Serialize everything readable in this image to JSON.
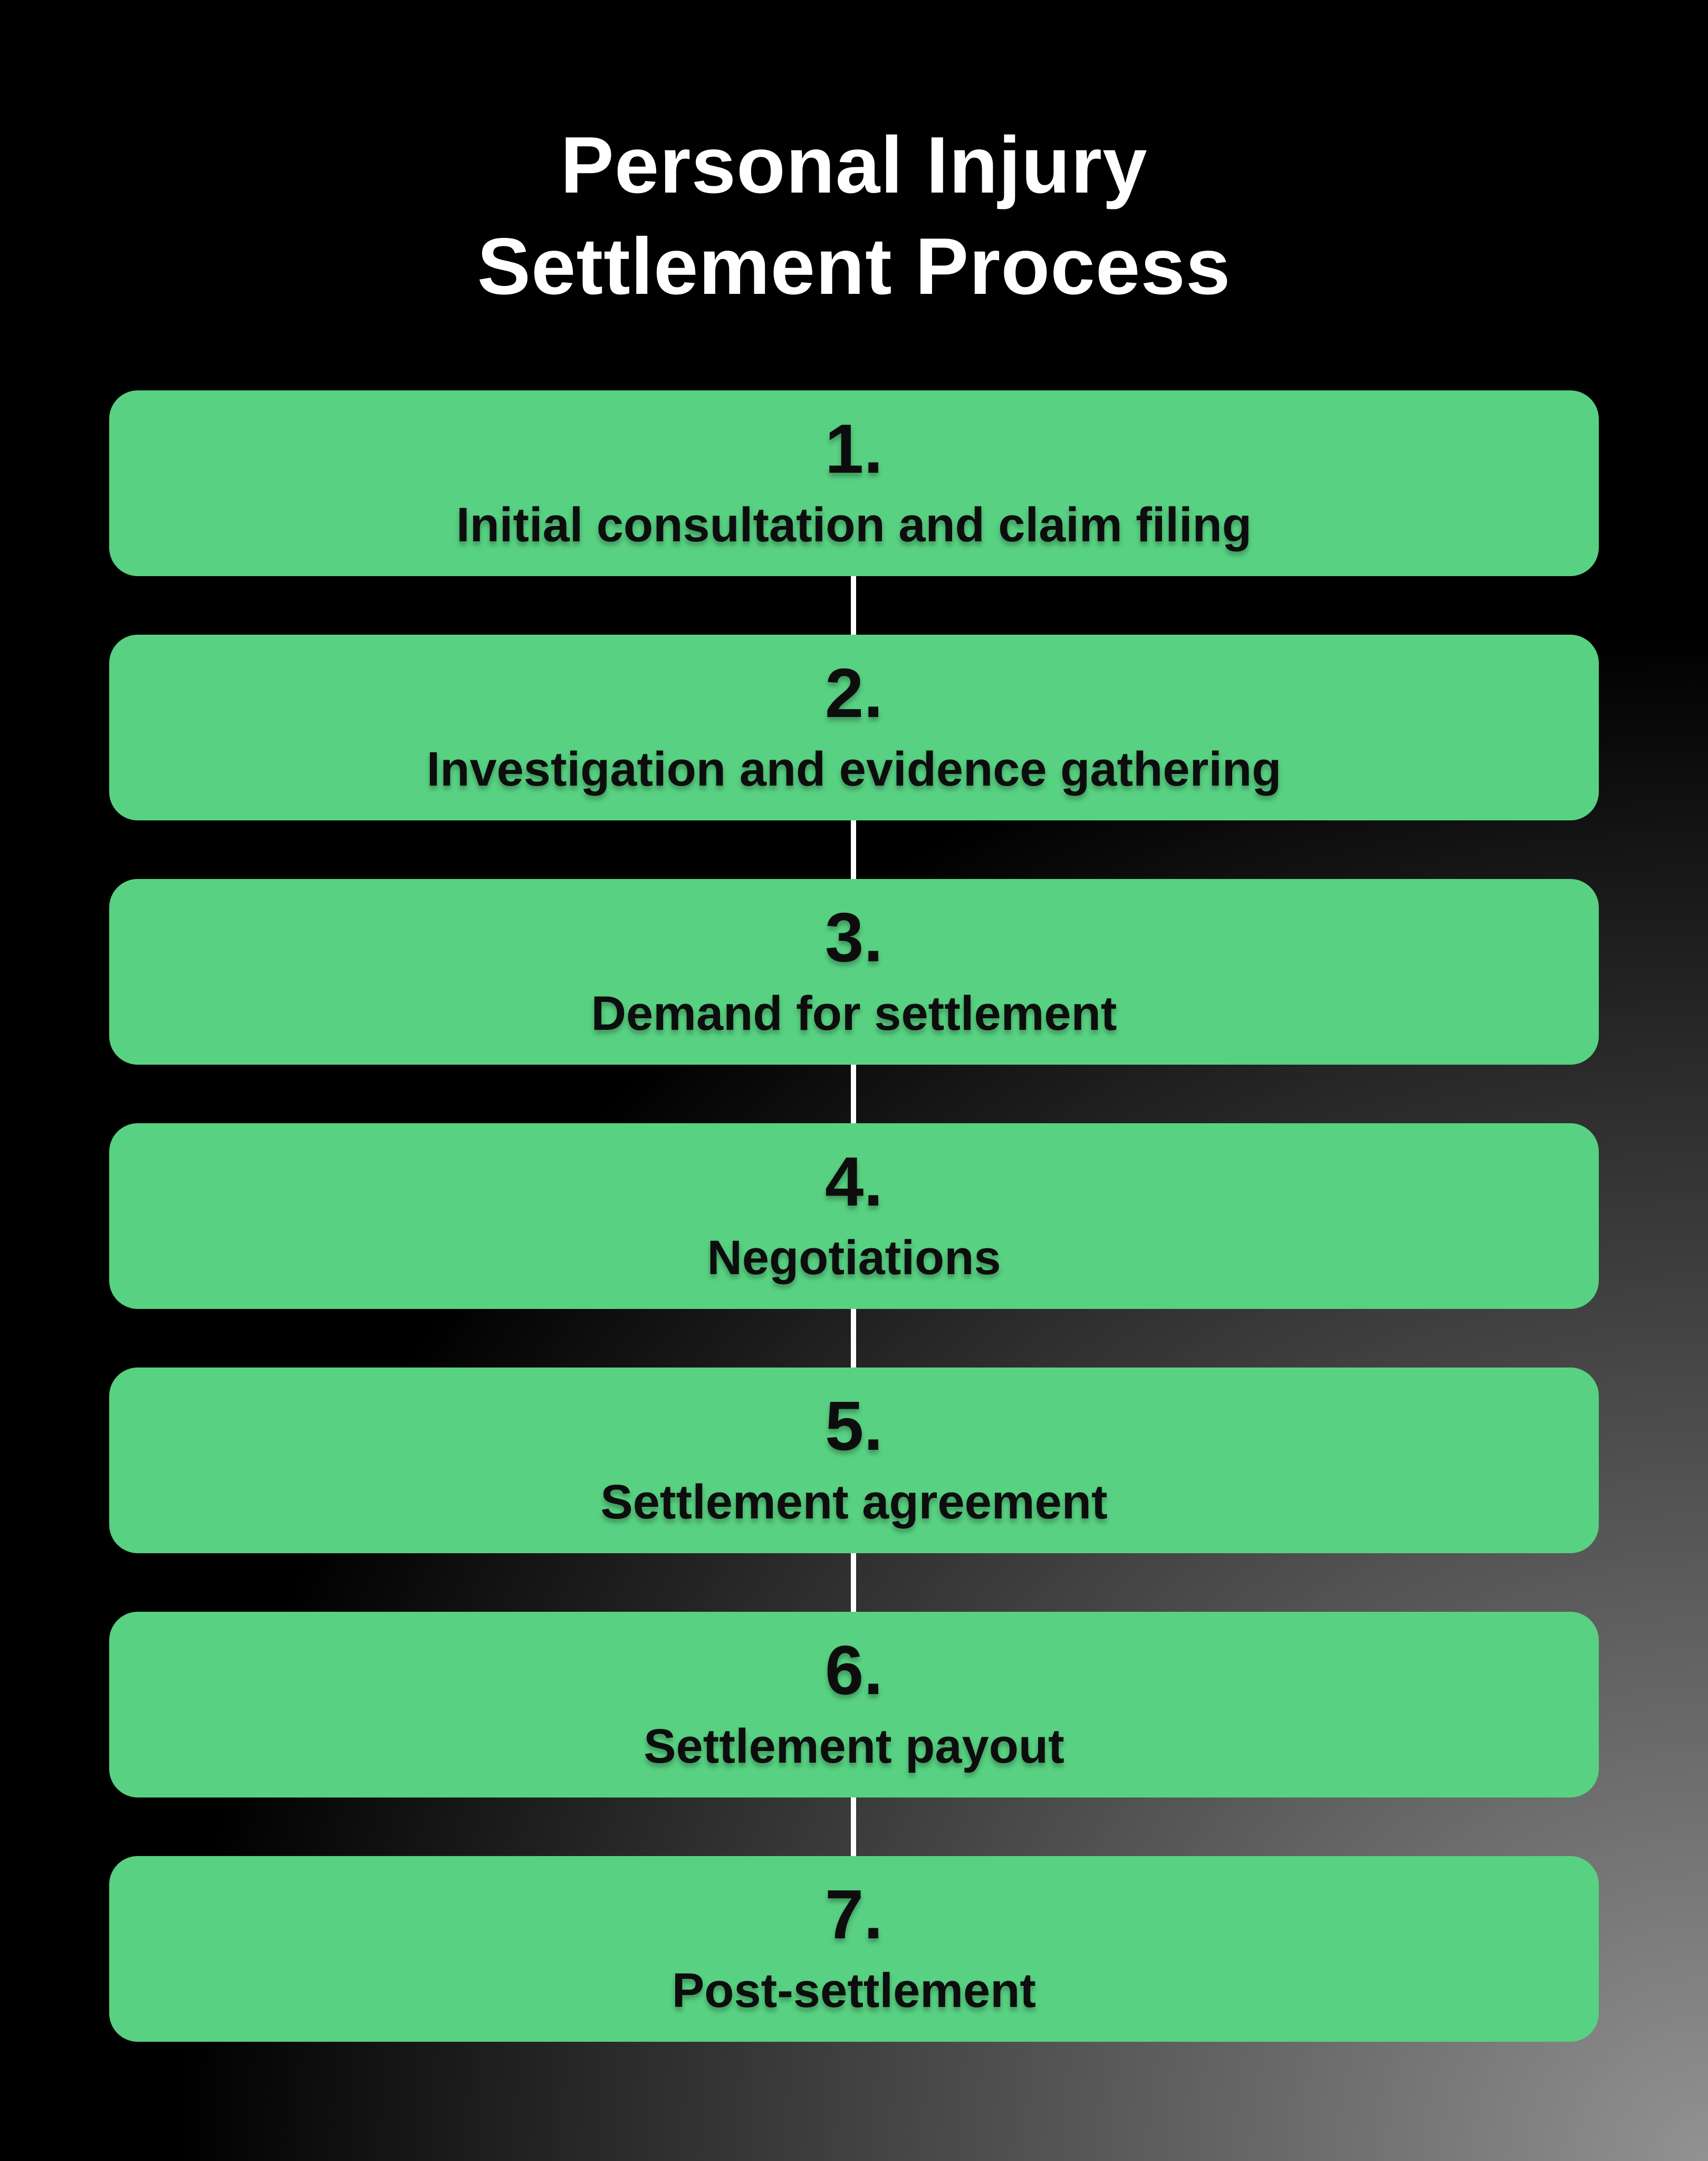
{
  "title": {
    "line1": "Personal Injury",
    "line2": "Settlement Process"
  },
  "steps": [
    {
      "number": "1.",
      "label": "Initial consultation and claim filing"
    },
    {
      "number": "2.",
      "label": "Investigation and evidence gathering"
    },
    {
      "number": "3.",
      "label": "Demand for settlement"
    },
    {
      "number": "4.",
      "label": "Negotiations"
    },
    {
      "number": "5.",
      "label": "Settlement agreement"
    },
    {
      "number": "6.",
      "label": "Settlement payout"
    },
    {
      "number": "7.",
      "label": "Post-settlement"
    }
  ],
  "colors": {
    "background": "#000000",
    "background_glow": "#929292",
    "card_fill": "#58d182",
    "card_text": "#0d0d0d",
    "title_text": "#ffffff",
    "connector": "#ffffff"
  }
}
